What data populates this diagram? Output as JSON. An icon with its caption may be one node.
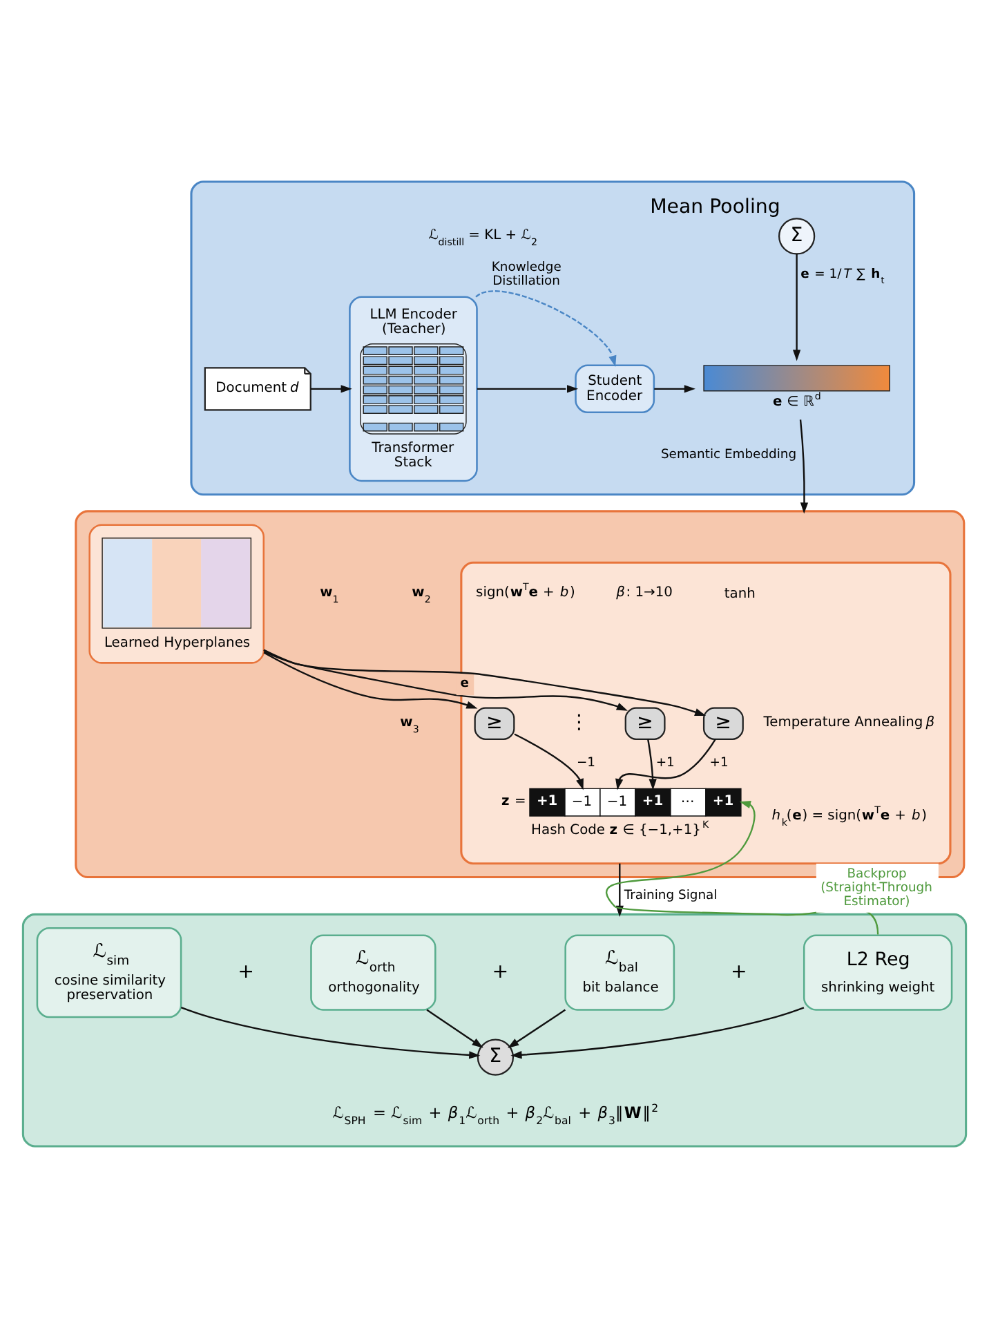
{
  "diagram": {
    "nodes": [
      {
        "text": [],
        "shape": "box"
      },
      {
        "text": [
          "Document *d*"
        ],
        "in": 0
      },
      {
        "text": [
          "LLM Encoder (Teacher)",
          "Transformer Stack"
        ],
        "in": 0
      },
      {
        "text": [
          "Student Encoder"
        ],
        "in": 0
      },
      {
        "text": [
          "Mean Pooling",
          "Σ"
        ],
        "in": 0
      },
      {
        "text": [
          "**e** ∈ ℝ$^{d}$"
        ],
        "in": 0
      },
      {
        "text": [],
        "shape": "box"
      },
      {
        "text": [
          "Learned Hyperplanes"
        ],
        "in": 6
      },
      {
        "text": [],
        "shape": "box",
        "in": 6
      },
      {
        "text": [
          "≥"
        ],
        "in": 8
      },
      {
        "text": [
          "≥"
        ],
        "in": 8
      },
      {
        "text": [
          "≥"
        ],
        "in": 8
      },
      {
        "text": [
          "**z** =",
          "+1",
          "−1",
          "−1",
          "+1",
          "⋯",
          "+1",
          "Hash Code **z** ∈ {−1,+1}$^{K}$"
        ],
        "in": 8
      },
      {
        "text": [],
        "shape": "box"
      },
      {
        "text": [
          "ℒ$_{sim}$",
          "cosine similarity preservation"
        ],
        "in": 13
      },
      {
        "text": [
          "ℒ$_{orth}$",
          "orthogonality"
        ],
        "in": 13
      },
      {
        "text": [
          "ℒ$_{bal}$",
          "bit balance"
        ],
        "in": 13
      },
      {
        "text": [
          "L2 Reg",
          "shrinking weight"
        ],
        "in": 13
      },
      {
        "text": [
          "Σ"
        ],
        "in": 13
      }
    ],
    "edges": [
      {
        "from": 1,
        "to": 2,
        "arrow": "to"
      },
      {
        "from": 2,
        "to": 3,
        "arrow": "to"
      },
      {
        "from": 2,
        "to": 3,
        "arrow": "to",
        "label": "Knowledge Distillation",
        "style": "dashed",
        "color": "#4a86c5"
      },
      {
        "from": 3,
        "to": 5,
        "arrow": "to"
      },
      {
        "from": 4,
        "to": 5,
        "arrow": "to",
        "label": "**e** = 1/*T* ∑ **h**$_{t}$"
      },
      {
        "from": 5,
        "to": 6,
        "arrow": "to",
        "label": "Semantic Embedding"
      },
      {
        "from": 7,
        "to": 9,
        "arrow": "to",
        "label": "**e**"
      },
      {
        "from": 7,
        "to": 10,
        "arrow": "to"
      },
      {
        "from": 7,
        "to": 11,
        "arrow": "to"
      },
      {
        "from": 9,
        "to": 12,
        "arrow": "to",
        "label": "+1"
      },
      {
        "from": 10,
        "to": 12,
        "arrow": "to",
        "label": "+1"
      },
      {
        "from": 11,
        "to": 12,
        "arrow": "to",
        "label": "−1"
      },
      {
        "from": 8,
        "to": 13,
        "arrow": "to",
        "label": "Training Signal"
      },
      {
        "from": 17,
        "to": 12,
        "arrow": "to",
        "label": "Backprop (Straight-Through Estimator)",
        "color": "#4f9a3d"
      },
      {
        "from": 14,
        "to": 18,
        "arrow": "to"
      },
      {
        "from": 15,
        "to": 18,
        "arrow": "to"
      },
      {
        "from": 16,
        "to": 18,
        "arrow": "to"
      },
      {
        "from": 17,
        "to": 18,
        "arrow": "to"
      }
    ],
    "labels": [
      "ℒ$_{distill}$ = KL + ℒ$_{2}$",
      "**w**$_{1}$",
      "**w**$_{2}$",
      "sign(**w**$^{T}$**e** + *b*)",
      "*β*: 1→10",
      "tanh",
      "**w**$_{3}$",
      "⋮",
      "Temperature Annealing *β*",
      "*h*$_{k}$(**e**) = sign(**w**$^{T}$**e** + *b*)",
      "+",
      "+",
      "+",
      "ℒ$_{SPH}$ = ℒ$_{sim}$ + *β*$_{1}$ℒ$_{orth}$ + *β*$_{2}$ℒ$_{bal}$ + *β*$_{3}$‖**W**‖$^{2}$"
    ]
  }
}
